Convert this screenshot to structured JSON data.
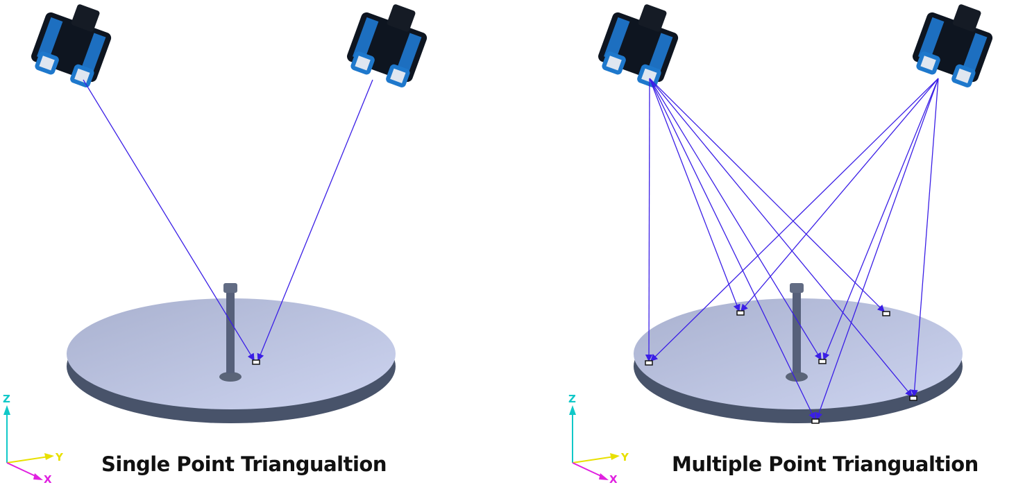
{
  "panels": [
    {
      "caption": "Single Point Triangualtion",
      "targets": 1
    },
    {
      "caption": "Multiple Point Triangualtion",
      "targets": 6
    }
  ],
  "axes": {
    "x": "X",
    "y": "Y",
    "z": "Z"
  },
  "colors": {
    "ray": "#3a1ee6",
    "disk": "#c3cbe8",
    "disk_edge": "#48536a",
    "axis_x": "#e020e0",
    "axis_y": "#e8e000",
    "axis_z": "#10c8c8",
    "camera": "#1d6fc0"
  }
}
